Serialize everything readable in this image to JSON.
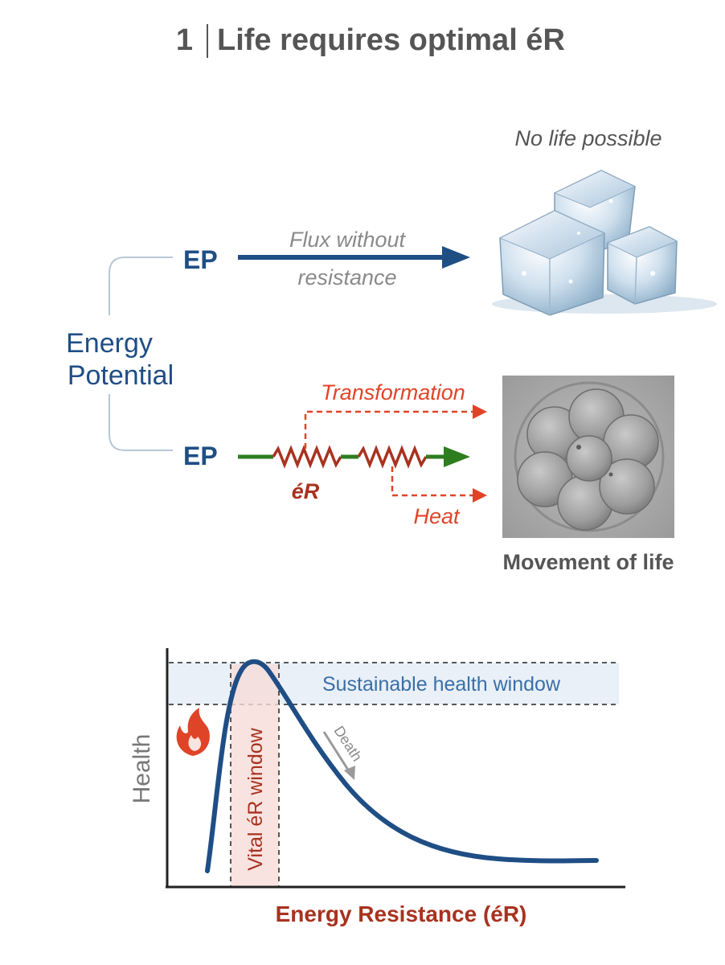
{
  "title": {
    "number": "1",
    "text": "Life requires optimal éR"
  },
  "diagram": {
    "energy_potential_line1": "Energy",
    "energy_potential_line2": "Potential",
    "ep_top": "EP",
    "ep_bottom": "EP",
    "flux_line1": "Flux without",
    "flux_line2": "resistance",
    "no_life": "No life possible",
    "transformation": "Transformation",
    "heat": "Heat",
    "er_label": "éR",
    "movement_of_life": "Movement of life",
    "top_image": "ice-cubes-image",
    "bottom_image": "embryo-cells-image"
  },
  "chart": {
    "sustainable_window_label": "Sustainable health window",
    "vital_window_label": "Vital éR window",
    "death_label": "Death",
    "y_axis_label": "Health",
    "x_axis_label": "Energy Resistance (éR)",
    "flame_icon": "flame-icon"
  },
  "colors": {
    "navy": "#1f4e85",
    "dark_red": "#a8321f",
    "red_orange": "#e04428",
    "green": "#2e7d1f",
    "grey_text": "#8a8a8a",
    "window_fill": "#e9f0f7",
    "vital_fill": "#f6dcd8"
  }
}
